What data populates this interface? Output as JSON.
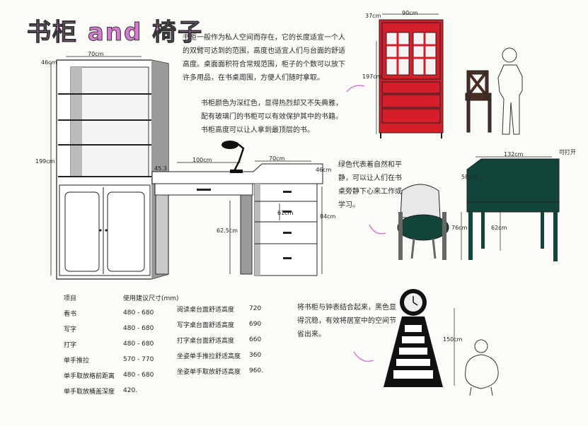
{
  "title": "书柜 and 椅子",
  "paragraphs": {
    "p1": "书柜一般作为私人空间而存在，它的长度适宜一个人的双臂可达到的范围，高度也适宜人们与台面的舒适高度。桌面面积符合常规范围，柜子的个数可以放下许多用品，在书桌周围，方便人们随时拿取。",
    "p2": "书柜颜色为深红色，显得热烈却又不失典雅，配有玻璃门的书柜可以有效保护其中的书籍。书柜高度可以让人拿到最顶层的书。",
    "p3": "绿色代表着自然和平静，可以让人们在书桌旁静下心来工作或学习。",
    "p4": "将书柜与钟表结合起来，黑色显得沉稳，有效将居室中的空间节省出来。"
  },
  "dimensions": {
    "shelf_depth": "46cm",
    "shelf_width": "70cm",
    "shelf_height": "199cm",
    "side_depth": "45.3",
    "desk_width": "100cm",
    "drawer_width": "70cm",
    "drawer_depth": "46cm",
    "desk_height": "62.5cm",
    "drawer_inner": "61cm",
    "drawer_height": "84cm",
    "red_depth": "37cm",
    "red_width": "90cm",
    "red_height": "197cm",
    "green_width": "132cm",
    "green_depth": "58cm",
    "green_height": "76cm",
    "green_leg": "62cm",
    "green_note": "可打开",
    "clock_height": "150cm"
  },
  "spec_header": {
    "item": "项目",
    "size": "使用建议尺寸(mm)"
  },
  "spec_rows": [
    {
      "item": "看书",
      "size": "480 - 680"
    },
    {
      "item": "写字",
      "size": "480 - 680"
    },
    {
      "item": "打字",
      "size": "480 - 680"
    },
    {
      "item": "单手推拉",
      "size": "570 - 770"
    },
    {
      "item": "单手取放格前距离",
      "size": "480 - 680"
    },
    {
      "item": "单手取放桶盖深度",
      "size": "420."
    }
  ],
  "spec2_rows": [
    {
      "item": "阅读桌台面舒适高度",
      "size": "720"
    },
    {
      "item": "写字桌台面舒适高度",
      "size": "690"
    },
    {
      "item": "打字桌台面舒适高度",
      "size": "660"
    },
    {
      "item": "坐姿单手推拉舒适高度",
      "size": "360"
    },
    {
      "item": "坐姿单手取放舒适高度",
      "size": "960."
    }
  ],
  "colors": {
    "title_pink": "#d67bd2",
    "red_cabinet": "#d41f2b",
    "green_desk": "#13443a",
    "black_clock": "#111111"
  }
}
